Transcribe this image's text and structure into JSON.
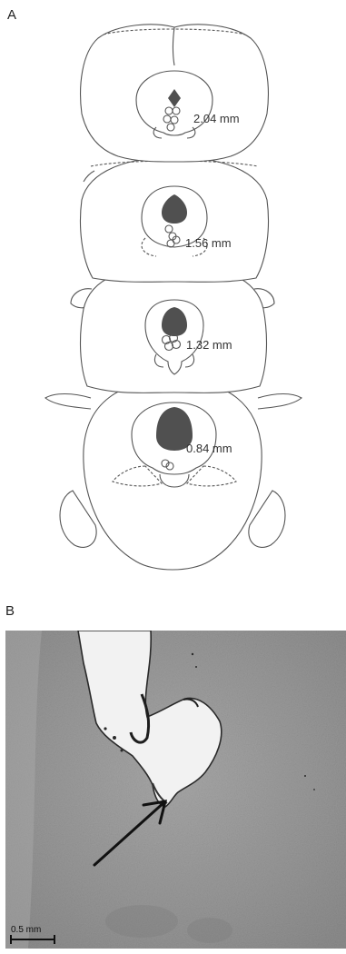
{
  "figure": {
    "panel_a_label": "A",
    "panel_b_label": "B"
  },
  "sections": [
    {
      "label": "2.04 mm"
    },
    {
      "label": "1.56 mm"
    },
    {
      "label": "1.32 mm"
    },
    {
      "label": "0.84 mm"
    }
  ],
  "photo": {
    "scale_bar_label": "0.5 mm"
  },
  "colors": {
    "outline": "#555555",
    "lesion_fill": "#505050",
    "photo_background": "#9a9a9a",
    "photo_cavity": "#f2f2f2"
  }
}
